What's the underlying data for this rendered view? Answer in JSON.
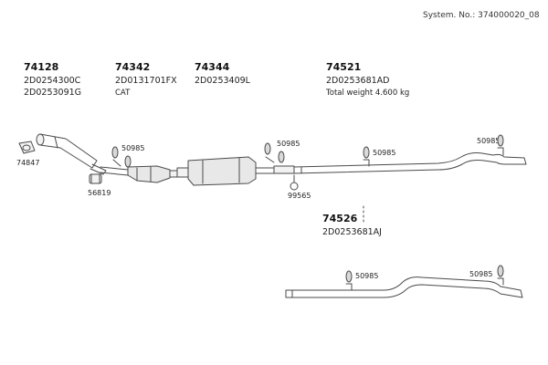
{
  "header": {
    "system_number": "System. No.: 374000020_08"
  },
  "groups": [
    {
      "part": "74128",
      "codes": [
        "2D0254300C",
        "2D0253091G"
      ],
      "note": ""
    },
    {
      "part": "74342",
      "codes": [
        "2D0131701FX"
      ],
      "note": "CAT"
    },
    {
      "part": "74344",
      "codes": [
        "2D0253409L"
      ],
      "note": ""
    },
    {
      "part": "74521",
      "codes": [
        "2D0253681AD"
      ],
      "note": "Total weight 4.600 kg"
    },
    {
      "part": "74526",
      "codes": [
        "2D0253681AJ"
      ],
      "note": ""
    }
  ],
  "part_labels": {
    "gasket": "74847",
    "clamp": "56819",
    "hanger_1": "50985",
    "hanger_2": "50985",
    "hanger_3": "50985",
    "hanger_4": "50985",
    "hanger_5": "50985",
    "hanger_6": "50985",
    "bracket": "99565"
  },
  "colors": {
    "line": "#4a4a4a",
    "fill": "#e8e8e8",
    "dark": "#8a8a8a"
  }
}
